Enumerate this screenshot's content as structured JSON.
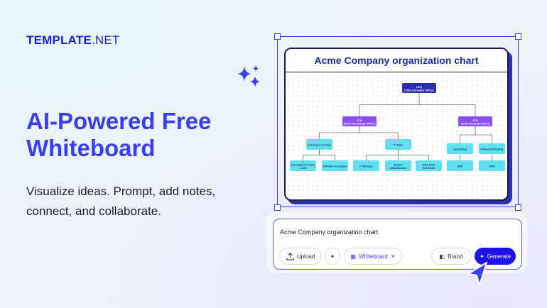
{
  "brand": {
    "name": "TEMPLATE",
    "suffix": ".NET"
  },
  "hero": {
    "title": "AI-Powered Free Whiteboard",
    "subtitle": "Visualize ideas. Prompt, add notes, connect, and collaborate."
  },
  "board": {
    "title": "Acme Company organization chart",
    "nodes": {
      "ceo": [
        "CEO",
        "(Chief Executive Officer)"
      ],
      "cto": [
        "CTO",
        "(Chief Technology Officer)"
      ],
      "cfo": [
        "CFO",
        "(Chief Financial Officer)"
      ],
      "dev": [
        "Development Team"
      ],
      "it": [
        "IT Team"
      ],
      "acc": [
        "Accounting"
      ],
      "fp": [
        "Financial Planning"
      ],
      "lead": [
        "Development Team",
        "Lead"
      ],
      "swd": [
        "Software Developer"
      ],
      "itm": [
        "IT Manager"
      ],
      "sys": [
        "System",
        "Administrator"
      ],
      "help": [
        "Help Desk",
        "Technician"
      ],
      "staff1": [
        "Staff"
      ],
      "staff2": [
        "Staff"
      ]
    }
  },
  "prompt": {
    "text": "Acme Company organization chart",
    "upload": "Upload",
    "chip": "Whiteboard",
    "brand": "Brand",
    "generate": "Generate"
  },
  "colors": {
    "accent": "#3a3df0",
    "ceo": "#2b2fa8",
    "exec": "#8b4ef0",
    "team": "#5fe0f0"
  }
}
